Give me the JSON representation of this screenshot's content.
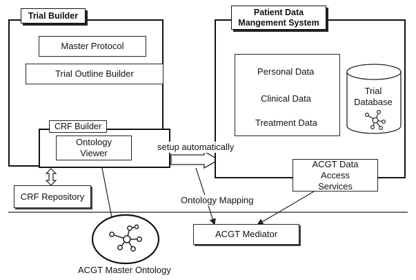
{
  "trial_builder": {
    "title": "Trial Builder",
    "master_protocol": "Master Protocol",
    "trial_outline_builder": "Trial Outline Builder",
    "crf_builder": {
      "title": "CRF Builder",
      "ontology_viewer": "Ontology Viewer"
    }
  },
  "crf_repository": "CRF Repository",
  "patient_data_system": {
    "title_line1": "Patient Data",
    "title_line2": "Mangement System",
    "personal_data": "Personal Data",
    "clinical_data": "Clinical Data",
    "treatment_data": "Treatment Data",
    "trial_database": "Trial Database"
  },
  "acgt_data_access_services": "ACGT Data Access Services",
  "acgt_mediator": "ACGT Mediator",
  "acgt_master_ontology": "ACGT Master Ontology",
  "labels": {
    "setup_automatically": "setup automatically",
    "ontology_mapping": "Ontology Mapping"
  },
  "colors": {
    "line": "#222222",
    "background": "#ffffff"
  }
}
